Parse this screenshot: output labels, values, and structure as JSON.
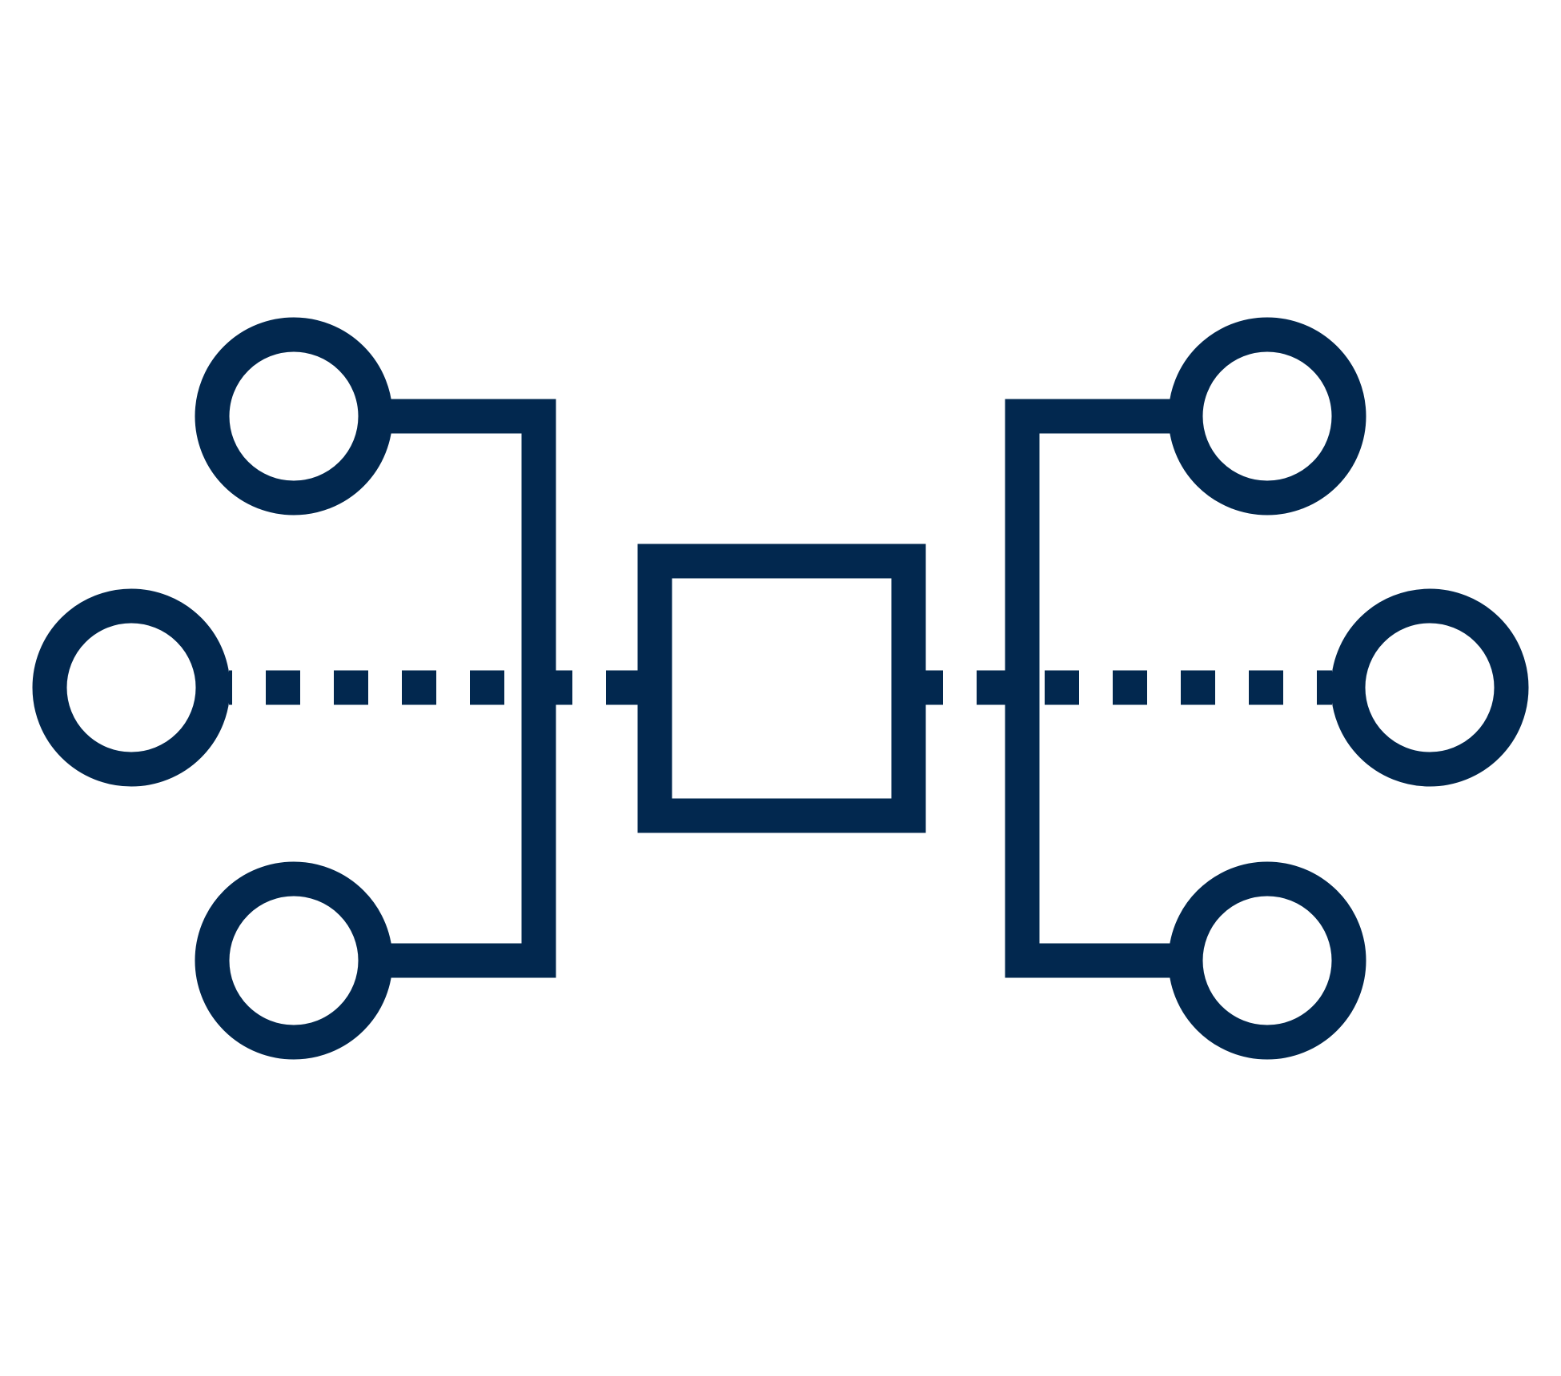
{
  "diagram": {
    "type": "network-topology-icon",
    "stroke_color": "#02284F",
    "background_color": "#FFFFFF",
    "nodes": [
      {
        "id": "left-top",
        "shape": "circle"
      },
      {
        "id": "left-middle",
        "shape": "circle"
      },
      {
        "id": "left-bottom",
        "shape": "circle"
      },
      {
        "id": "right-top",
        "shape": "circle"
      },
      {
        "id": "right-middle",
        "shape": "circle"
      },
      {
        "id": "right-bottom",
        "shape": "circle"
      },
      {
        "id": "center",
        "shape": "square"
      }
    ],
    "connections": [
      {
        "from": "left-top",
        "to": "left-bottom",
        "style": "solid-bracket"
      },
      {
        "from": "right-top",
        "to": "right-bottom",
        "style": "solid-bracket"
      },
      {
        "from": "left-middle",
        "to": "center",
        "style": "dashed"
      },
      {
        "from": "center",
        "to": "right-middle",
        "style": "dashed"
      }
    ]
  }
}
